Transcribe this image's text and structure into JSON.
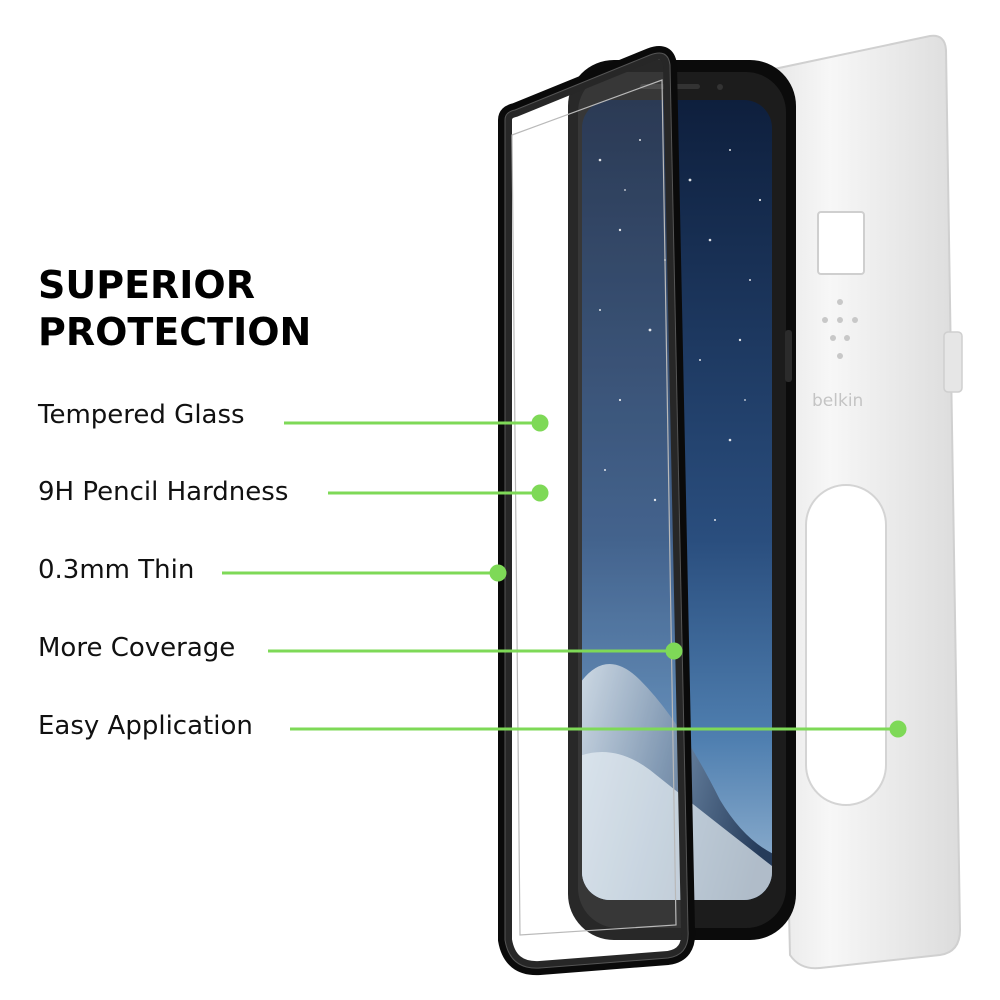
{
  "heading": {
    "line1": "SUPERIOR",
    "line2": "PROTECTION"
  },
  "features": [
    {
      "label": "Tempered Glass"
    },
    {
      "label": "9H Pencil Hardness"
    },
    {
      "label": "0.3mm Thin"
    },
    {
      "label": "More Coverage"
    },
    {
      "label": "Easy Application"
    }
  ],
  "brand": {
    "name": "belkin"
  },
  "colors": {
    "accent": "#7ed957",
    "background": "#ffffff",
    "text": "#111111",
    "screen_dark": "#0e1f3d",
    "screen_light": "#4f7fb0",
    "frame": "#0b0b0b",
    "tray": "#f2f2f2"
  },
  "icons": {
    "callout_dot": "green-dot-icon",
    "brand_logo": "belkin-dots-logo"
  }
}
